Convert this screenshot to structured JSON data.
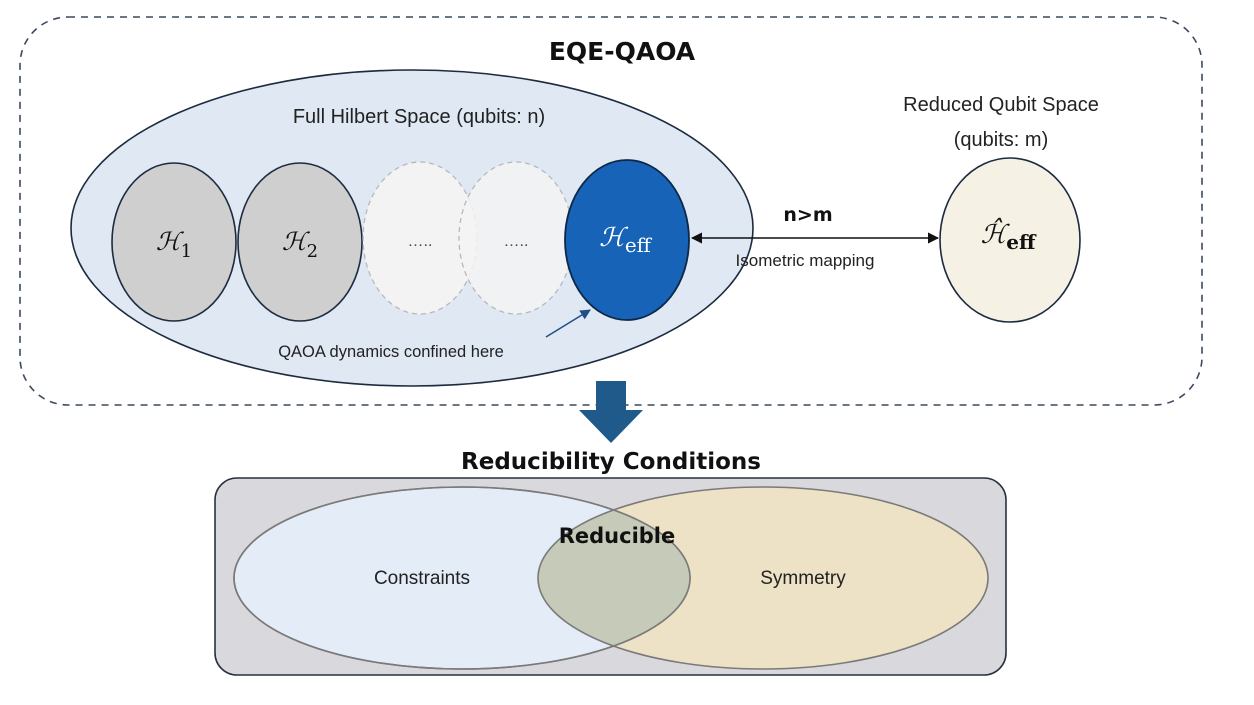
{
  "diagram": {
    "title": "EQE-QAOA",
    "full_space": {
      "label": "Full Hilbert Space (qubits: n)",
      "subspaces": [
        {
          "symbol": "ℋ",
          "subscript": "1"
        },
        {
          "symbol": "ℋ",
          "subscript": "2"
        },
        {
          "text": "….."
        },
        {
          "text": "….."
        }
      ],
      "effective": {
        "symbol": "ℋ",
        "subscript": "eff"
      },
      "annotation": "QAOA dynamics confined here"
    },
    "mapping": {
      "relation": "n>m",
      "label": "Isometric mapping"
    },
    "reduced_space": {
      "label_line1": "Reduced Qubit Space",
      "label_line2": "(qubits: m)",
      "symbol": "ℋ̂",
      "subscript": "eff"
    },
    "conditions": {
      "title": "Reducibility Conditions",
      "left": "Constraints",
      "right": "Symmetry",
      "overlap": "Reducible"
    },
    "colors": {
      "outer_dash": "#3c4a5e",
      "full_space_fill": "#dfe8f3",
      "subspace_fill": "#cfcfcf",
      "effective_fill": "#1763b8",
      "reduced_fill": "#f5f1e4",
      "arrow_fill": "#1f5a8a",
      "panel_fill": "#d9d9dd",
      "constraints_fill": "#e4ecf7",
      "symmetry_fill": "#ede1c6",
      "overlap_fill": "#c6cab8"
    }
  }
}
